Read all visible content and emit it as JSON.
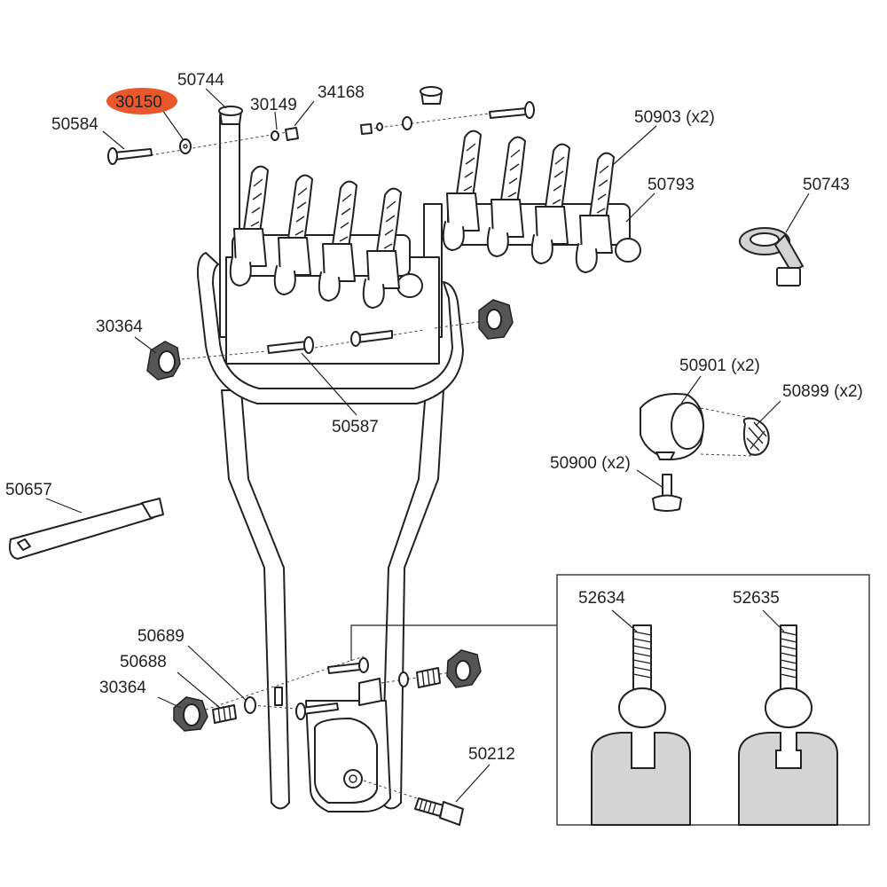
{
  "labels": {
    "p50744": "50744",
    "p30150": "30150",
    "p30149": "30149",
    "p34168": "34168",
    "p50584": "50584",
    "p50903": "50903 (x2)",
    "p50793": "50793",
    "p50743": "50743",
    "p30364_top": "30364",
    "p50587": "50587",
    "p50901": "50901 (x2)",
    "p50899": "50899 (x2)",
    "p50900": "50900 (x2)",
    "p50657": "50657",
    "p50689": "50689",
    "p50688": "50688",
    "p30364_bottom": "30364",
    "p50212": "50212",
    "p52634": "52634",
    "p52635": "52635"
  },
  "colors": {
    "highlight": "#e8582a",
    "line": "#222222",
    "grey": "#d4d4d4"
  },
  "highlighted_part": "30150"
}
